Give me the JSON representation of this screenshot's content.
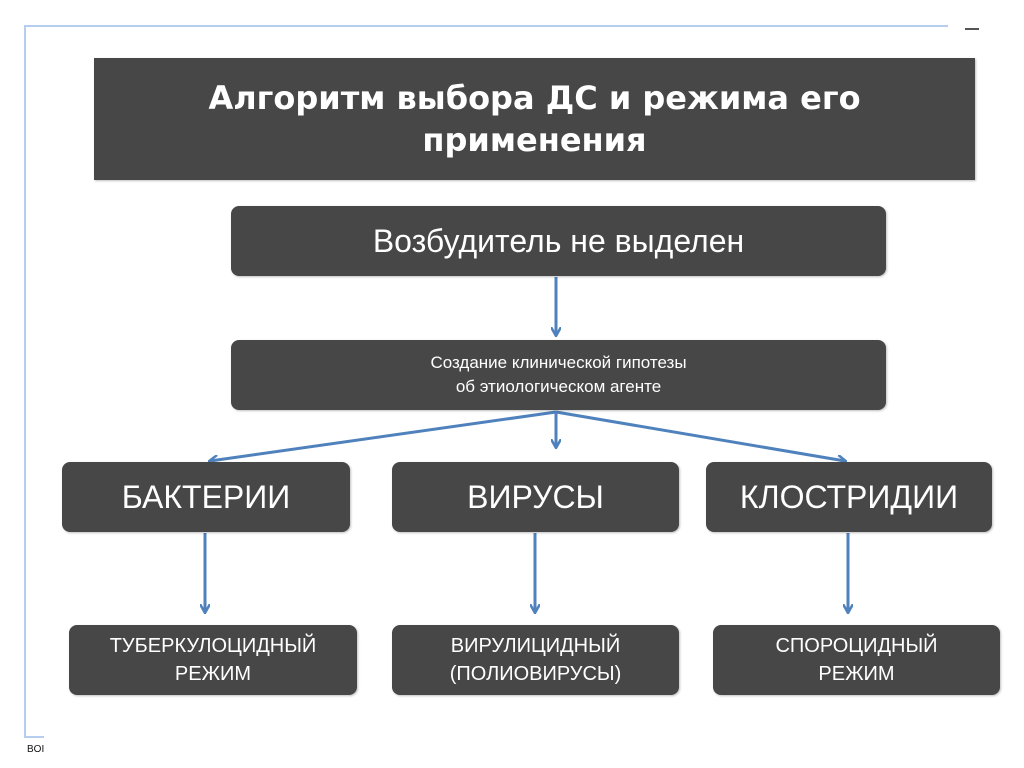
{
  "title": "Алгоритм выбора ДС и режима его применения",
  "step1": "Возбудитель не выделен",
  "step2": {
    "line1": "Создание клинической гипотезы",
    "line2": "об этиологическом агенте"
  },
  "agents": [
    "БАКТЕРИИ",
    "ВИРУСЫ",
    "КЛОСТРИДИИ"
  ],
  "modes": [
    {
      "line1": "ТУБЕРКУЛОЦИДНЫЙ",
      "line2": "РЕЖИМ"
    },
    {
      "line1": "ВИРУЛИЦИДНЫЙ",
      "line2": "(ПОЛИОВИРУСЫ)"
    },
    {
      "line1": "СПОРОЦИДНЫЙ",
      "line2": "РЕЖИМ"
    }
  ],
  "footer": "BOI",
  "colors": {
    "box": "#474747",
    "arrow": "#4f81bd",
    "frame": "#b7cdef"
  }
}
